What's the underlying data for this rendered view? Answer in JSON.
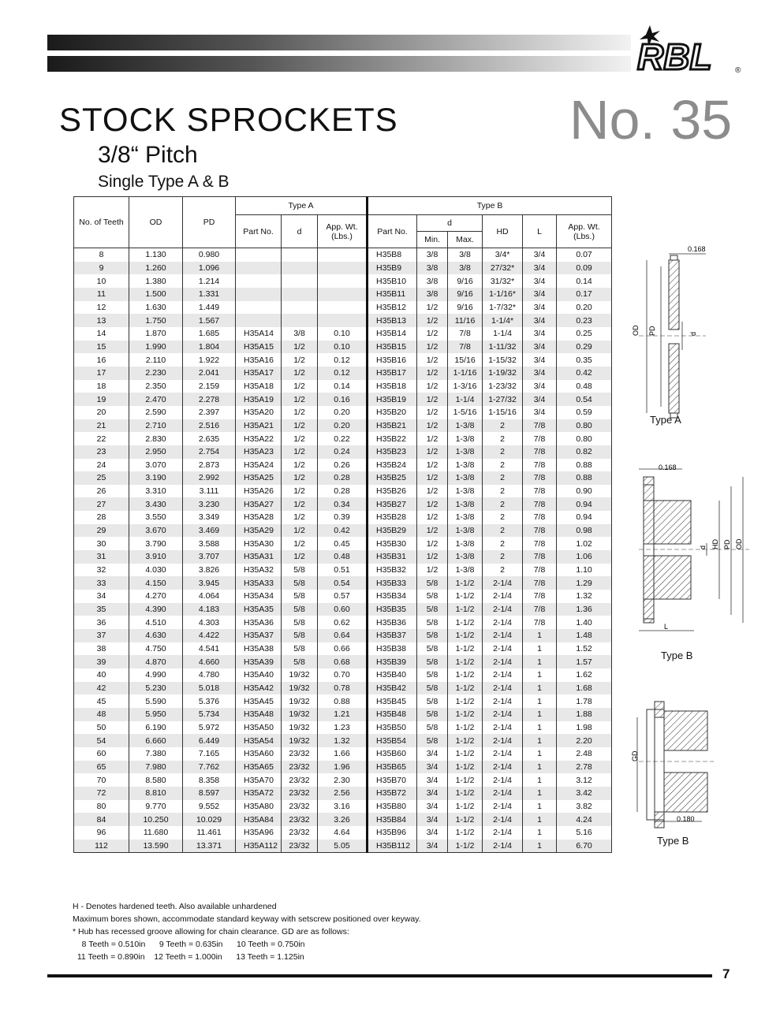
{
  "header": {
    "logo_text": "RBL",
    "title": "STOCK  SPROCKETS",
    "number": "No. 35",
    "pitch": "3/8“ Pitch",
    "subtitle": "Single Type A & B"
  },
  "table": {
    "group_headers": {
      "type_a": "Type A",
      "type_b": "Type B"
    },
    "col_headers": {
      "teeth": "No. of Teeth",
      "od": "OD",
      "pd": "PD",
      "a_part": "Part No.",
      "a_d": "d",
      "a_wt": "App. Wt.",
      "a_wt_unit": "(Lbs.)",
      "b_part": "Part No.",
      "b_d": "d",
      "b_min": "Min.",
      "b_max": "Max.",
      "b_hd": "HD",
      "b_l": "L",
      "b_wt": "App. Wt.",
      "b_wt_unit": "(Lbs.)"
    },
    "rows": [
      [
        "8",
        "1.130",
        "0.980",
        "",
        "",
        "",
        "H35B8",
        "3/8",
        "3/8",
        "3/4*",
        "3/4",
        "0.07"
      ],
      [
        "9",
        "1.260",
        "1.096",
        "",
        "",
        "",
        "H35B9",
        "3/8",
        "3/8",
        "27/32*",
        "3/4",
        "0.09"
      ],
      [
        "10",
        "1.380",
        "1.214",
        "",
        "",
        "",
        "H35B10",
        "3/8",
        "9/16",
        "31/32*",
        "3/4",
        "0.14"
      ],
      [
        "11",
        "1.500",
        "1.331",
        "",
        "",
        "",
        "H35B11",
        "3/8",
        "9/16",
        "1-1/16*",
        "3/4",
        "0.17"
      ],
      [
        "12",
        "1.630",
        "1.449",
        "",
        "",
        "",
        "H35B12",
        "1/2",
        "9/16",
        "1-7/32*",
        "3/4",
        "0.20"
      ],
      [
        "13",
        "1.750",
        "1.567",
        "",
        "",
        "",
        "H35B13",
        "1/2",
        "11/16",
        "1-1/4*",
        "3/4",
        "0.23"
      ],
      [
        "14",
        "1.870",
        "1.685",
        "H35A14",
        "3/8",
        "0.10",
        "H35B14",
        "1/2",
        "7/8",
        "1-1/4",
        "3/4",
        "0.25"
      ],
      [
        "15",
        "1.990",
        "1.804",
        "H35A15",
        "1/2",
        "0.10",
        "H35B15",
        "1/2",
        "7/8",
        "1-11/32",
        "3/4",
        "0.29"
      ],
      [
        "16",
        "2.110",
        "1.922",
        "H35A16",
        "1/2",
        "0.12",
        "H35B16",
        "1/2",
        "15/16",
        "1-15/32",
        "3/4",
        "0.35"
      ],
      [
        "17",
        "2.230",
        "2.041",
        "H35A17",
        "1/2",
        "0.12",
        "H35B17",
        "1/2",
        "1-1/16",
        "1-19/32",
        "3/4",
        "0.42"
      ],
      [
        "18",
        "2.350",
        "2.159",
        "H35A18",
        "1/2",
        "0.14",
        "H35B18",
        "1/2",
        "1-3/16",
        "1-23/32",
        "3/4",
        "0.48"
      ],
      [
        "19",
        "2.470",
        "2.278",
        "H35A19",
        "1/2",
        "0.16",
        "H35B19",
        "1/2",
        "1-1/4",
        "1-27/32",
        "3/4",
        "0.54"
      ],
      [
        "20",
        "2.590",
        "2.397",
        "H35A20",
        "1/2",
        "0.20",
        "H35B20",
        "1/2",
        "1-5/16",
        "1-15/16",
        "3/4",
        "0.59"
      ],
      [
        "21",
        "2.710",
        "2.516",
        "H35A21",
        "1/2",
        "0.20",
        "H35B21",
        "1/2",
        "1-3/8",
        "2",
        "7/8",
        "0.80"
      ],
      [
        "22",
        "2.830",
        "2.635",
        "H35A22",
        "1/2",
        "0.22",
        "H35B22",
        "1/2",
        "1-3/8",
        "2",
        "7/8",
        "0.80"
      ],
      [
        "23",
        "2.950",
        "2.754",
        "H35A23",
        "1/2",
        "0.24",
        "H35B23",
        "1/2",
        "1-3/8",
        "2",
        "7/8",
        "0.82"
      ],
      [
        "24",
        "3.070",
        "2.873",
        "H35A24",
        "1/2",
        "0.26",
        "H35B24",
        "1/2",
        "1-3/8",
        "2",
        "7/8",
        "0.88"
      ],
      [
        "25",
        "3.190",
        "2.992",
        "H35A25",
        "1/2",
        "0.28",
        "H35B25",
        "1/2",
        "1-3/8",
        "2",
        "7/8",
        "0.88"
      ],
      [
        "26",
        "3.310",
        "3.111",
        "H35A26",
        "1/2",
        "0.28",
        "H35B26",
        "1/2",
        "1-3/8",
        "2",
        "7/8",
        "0.90"
      ],
      [
        "27",
        "3.430",
        "3.230",
        "H35A27",
        "1/2",
        "0.34",
        "H35B27",
        "1/2",
        "1-3/8",
        "2",
        "7/8",
        "0.94"
      ],
      [
        "28",
        "3.550",
        "3.349",
        "H35A28",
        "1/2",
        "0.39",
        "H35B28",
        "1/2",
        "1-3/8",
        "2",
        "7/8",
        "0.94"
      ],
      [
        "29",
        "3.670",
        "3.469",
        "H35A29",
        "1/2",
        "0.42",
        "H35B29",
        "1/2",
        "1-3/8",
        "2",
        "7/8",
        "0.98"
      ],
      [
        "30",
        "3.790",
        "3.588",
        "H35A30",
        "1/2",
        "0.45",
        "H35B30",
        "1/2",
        "1-3/8",
        "2",
        "7/8",
        "1.02"
      ],
      [
        "31",
        "3.910",
        "3.707",
        "H35A31",
        "1/2",
        "0.48",
        "H35B31",
        "1/2",
        "1-3/8",
        "2",
        "7/8",
        "1.06"
      ],
      [
        "32",
        "4.030",
        "3.826",
        "H35A32",
        "5/8",
        "0.51",
        "H35B32",
        "1/2",
        "1-3/8",
        "2",
        "7/8",
        "1.10"
      ],
      [
        "33",
        "4.150",
        "3.945",
        "H35A33",
        "5/8",
        "0.54",
        "H35B33",
        "5/8",
        "1-1/2",
        "2-1/4",
        "7/8",
        "1.29"
      ],
      [
        "34",
        "4.270",
        "4.064",
        "H35A34",
        "5/8",
        "0.57",
        "H35B34",
        "5/8",
        "1-1/2",
        "2-1/4",
        "7/8",
        "1.32"
      ],
      [
        "35",
        "4.390",
        "4.183",
        "H35A35",
        "5/8",
        "0.60",
        "H35B35",
        "5/8",
        "1-1/2",
        "2-1/4",
        "7/8",
        "1.36"
      ],
      [
        "36",
        "4.510",
        "4.303",
        "H35A36",
        "5/8",
        "0.62",
        "H35B36",
        "5/8",
        "1-1/2",
        "2-1/4",
        "7/8",
        "1.40"
      ],
      [
        "37",
        "4.630",
        "4.422",
        "H35A37",
        "5/8",
        "0.64",
        "H35B37",
        "5/8",
        "1-1/2",
        "2-1/4",
        "1",
        "1.48"
      ],
      [
        "38",
        "4.750",
        "4.541",
        "H35A38",
        "5/8",
        "0.66",
        "H35B38",
        "5/8",
        "1-1/2",
        "2-1/4",
        "1",
        "1.52"
      ],
      [
        "39",
        "4.870",
        "4.660",
        "H35A39",
        "5/8",
        "0.68",
        "H35B39",
        "5/8",
        "1-1/2",
        "2-1/4",
        "1",
        "1.57"
      ],
      [
        "40",
        "4.990",
        "4.780",
        "H35A40",
        "19/32",
        "0.70",
        "H35B40",
        "5/8",
        "1-1/2",
        "2-1/4",
        "1",
        "1.62"
      ],
      [
        "42",
        "5.230",
        "5.018",
        "H35A42",
        "19/32",
        "0.78",
        "H35B42",
        "5/8",
        "1-1/2",
        "2-1/4",
        "1",
        "1.68"
      ],
      [
        "45",
        "5.590",
        "5.376",
        "H35A45",
        "19/32",
        "0.88",
        "H35B45",
        "5/8",
        "1-1/2",
        "2-1/4",
        "1",
        "1.78"
      ],
      [
        "48",
        "5.950",
        "5.734",
        "H35A48",
        "19/32",
        "1.21",
        "H35B48",
        "5/8",
        "1-1/2",
        "2-1/4",
        "1",
        "1.88"
      ],
      [
        "50",
        "6.190",
        "5.972",
        "H35A50",
        "19/32",
        "1.23",
        "H35B50",
        "5/8",
        "1-1/2",
        "2-1/4",
        "1",
        "1.98"
      ],
      [
        "54",
        "6.660",
        "6.449",
        "H35A54",
        "19/32",
        "1.32",
        "H35B54",
        "5/8",
        "1-1/2",
        "2-1/4",
        "1",
        "2.20"
      ],
      [
        "60",
        "7.380",
        "7.165",
        "H35A60",
        "23/32",
        "1.66",
        "H35B60",
        "3/4",
        "1-1/2",
        "2-1/4",
        "1",
        "2.48"
      ],
      [
        "65",
        "7.980",
        "7.762",
        "H35A65",
        "23/32",
        "1.96",
        "H35B65",
        "3/4",
        "1-1/2",
        "2-1/4",
        "1",
        "2.78"
      ],
      [
        "70",
        "8.580",
        "8.358",
        "H35A70",
        "23/32",
        "2.30",
        "H35B70",
        "3/4",
        "1-1/2",
        "2-1/4",
        "1",
        "3.12"
      ],
      [
        "72",
        "8.810",
        "8.597",
        "H35A72",
        "23/32",
        "2.56",
        "H35B72",
        "3/4",
        "1-1/2",
        "2-1/4",
        "1",
        "3.42"
      ],
      [
        "80",
        "9.770",
        "9.552",
        "H35A80",
        "23/32",
        "3.16",
        "H35B80",
        "3/4",
        "1-1/2",
        "2-1/4",
        "1",
        "3.82"
      ],
      [
        "84",
        "10.250",
        "10.029",
        "H35A84",
        "23/32",
        "3.26",
        "H35B84",
        "3/4",
        "1-1/2",
        "2-1/4",
        "1",
        "4.24"
      ],
      [
        "96",
        "11.680",
        "11.461",
        "H35A96",
        "23/32",
        "4.64",
        "H35B96",
        "3/4",
        "1-1/2",
        "2-1/4",
        "1",
        "5.16"
      ],
      [
        "112",
        "13.590",
        "13.371",
        "H35A112",
        "23/32",
        "5.05",
        "H35B112",
        "3/4",
        "1-1/2",
        "2-1/4",
        "1",
        "6.70"
      ]
    ]
  },
  "diagrams": {
    "a_dim": "0.168",
    "a_od": "OD",
    "a_pd": "PD",
    "a_d": "d",
    "a_caption": "Type A",
    "b_dim": "0.168",
    "b_d": "d",
    "b_hd": "HD",
    "b_pd": "PD",
    "b_od": "OD",
    "b_l": "L",
    "b_caption": "Type B",
    "c_gd": "GD",
    "c_dim": "0.180",
    "c_caption": "Type B"
  },
  "notes": {
    "line1": "H - Denotes hardened teeth. Also available unhardened",
    "line2": "Maximum bores shown, accommodate standard keyway with setscrew positioned over keyway.",
    "line3": "* Hub has recessed groove allowing for chain clearance. GD are as follows:",
    "line4": "    8 Teeth = 0.510in      9 Teeth = 0.635in      10 Teeth = 0.750in",
    "line5": "  11 Teeth = 0.890in    12 Teeth = 1.000in      13 Teeth = 1.125in"
  },
  "page_number": "7"
}
